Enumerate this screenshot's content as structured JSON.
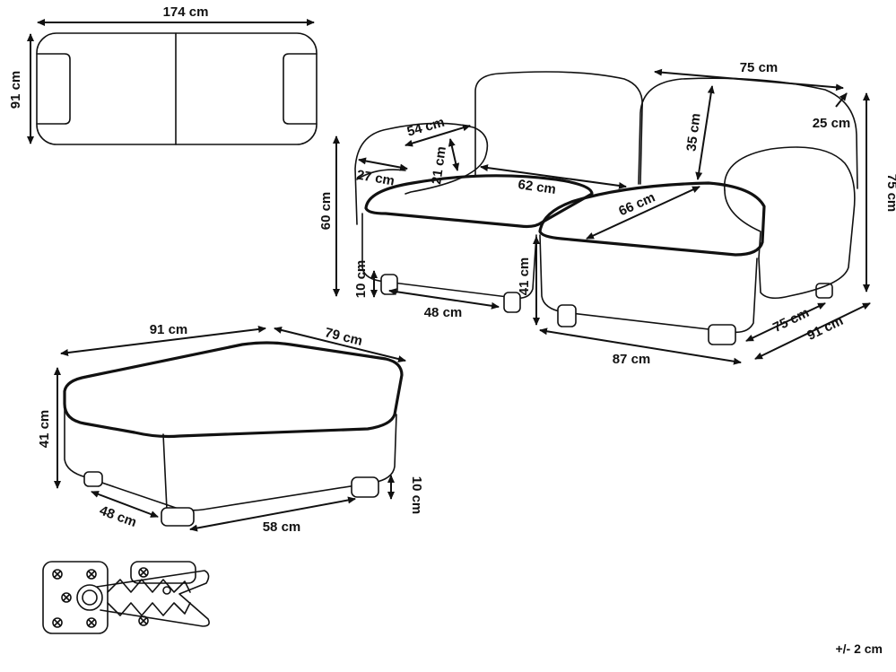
{
  "dimensions": {
    "top_width": "174 cm",
    "top_depth": "91 cm",
    "left_arm_length": "54 cm",
    "left_arm_width": "27 cm",
    "arm_height": "21 cm",
    "seat_width": "62 cm",
    "left_total_height": "60 cm",
    "left_leg_height": "10 cm",
    "left_base_width": "48 cm",
    "back_width": "75 cm",
    "back_thickness": "25 cm",
    "back_height": "35 cm",
    "seat_depth": "66 cm",
    "seat_height": "41 cm",
    "total_height": "75 cm",
    "right_base_width": "87 cm",
    "right_base_depth": "75 cm",
    "right_total_depth": "91 cm",
    "ottoman_width": "91 cm",
    "ottoman_depth": "79 cm",
    "ottoman_height": "41 cm",
    "ottoman_base_depth": "48 cm",
    "ottoman_base_width": "58 cm",
    "ottoman_leg_height": "10 cm"
  },
  "tolerance": "+/- 2 cm"
}
